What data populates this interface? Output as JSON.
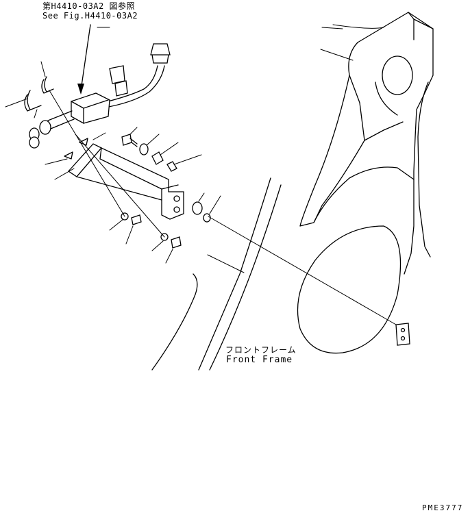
{
  "references": {
    "jp": "第H4410-03A2 図参照",
    "en": "See Fig.H4410-03A2"
  },
  "frame_label": {
    "jp": "フロントフレーム",
    "en": "Front Frame"
  },
  "drawing_code": "PME3777"
}
